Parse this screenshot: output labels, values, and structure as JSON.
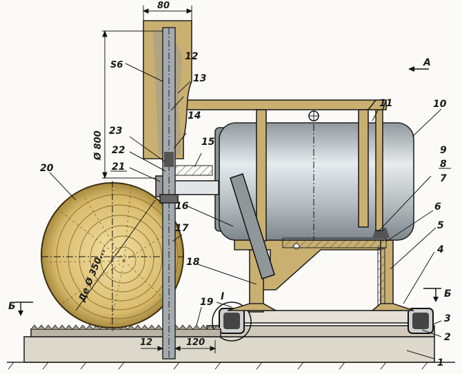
{
  "diagram": {
    "dimensions": {
      "top_width": "80",
      "blade_diameter": "Ø 800",
      "blade_thickness": "S6",
      "bottom_left": "12",
      "bottom_right": "120"
    },
    "log_label": "Дe Ø 350...",
    "view_arrow": "A",
    "section_arrows": [
      "Б",
      "Б"
    ],
    "detail_marker": "I",
    "callouts": [
      "1",
      "2",
      "3",
      "4",
      "5",
      "6",
      "7",
      "8",
      "9",
      "10",
      "11",
      "12",
      "13",
      "14",
      "15",
      "16",
      "17",
      "18",
      "19",
      "20",
      "21",
      "22",
      "23"
    ],
    "colors": {
      "frame": "#c9b071",
      "log": "#d8c07a",
      "motor": "#b9c2c7",
      "blade": "#9ba3a6",
      "base": "#dcd8cc"
    }
  }
}
